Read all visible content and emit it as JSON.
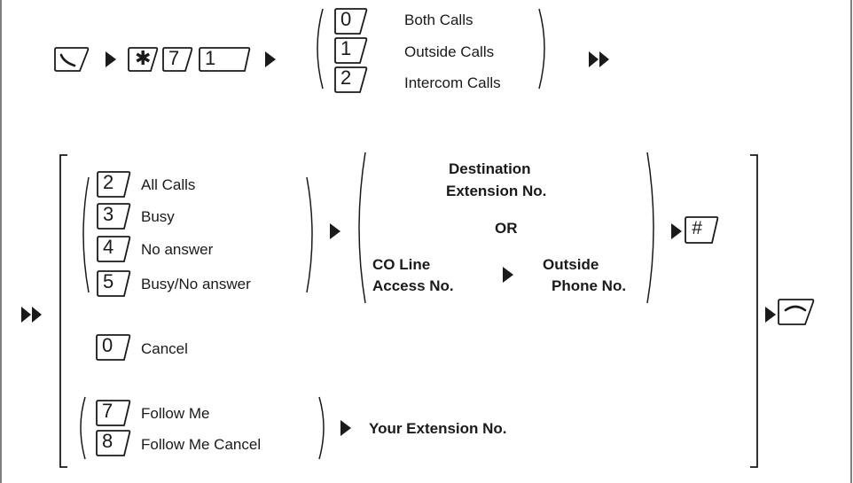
{
  "top": {
    "off_hook_icon": "off-hook-handset-icon",
    "feature_keys": [
      "✱",
      "7",
      "1"
    ],
    "call_type_options": [
      {
        "key": "0",
        "label": "Both Calls"
      },
      {
        "key": "1",
        "label": "Outside Calls"
      },
      {
        "key": "2",
        "label": "Intercom Calls"
      }
    ]
  },
  "bottom": {
    "mode_options": [
      {
        "key": "2",
        "label": "All Calls"
      },
      {
        "key": "3",
        "label": "Busy"
      },
      {
        "key": "4",
        "label": "No answer"
      },
      {
        "key": "5",
        "label": "Busy/No answer"
      }
    ],
    "destination": {
      "line1": "Destination",
      "line2": "Extension No.",
      "or": "OR",
      "co_line_1": "CO Line",
      "co_line_2": "Access No.",
      "outside_1": "Outside",
      "outside_2": "Phone No."
    },
    "hash_key": "#",
    "cancel": {
      "key": "0",
      "label": "Cancel"
    },
    "follow_options": [
      {
        "key": "7",
        "label": "Follow Me"
      },
      {
        "key": "8",
        "label": "Follow Me Cancel"
      }
    ],
    "your_extension": "Your Extension No.",
    "on_hook_icon": "on-hook-handset-icon"
  }
}
